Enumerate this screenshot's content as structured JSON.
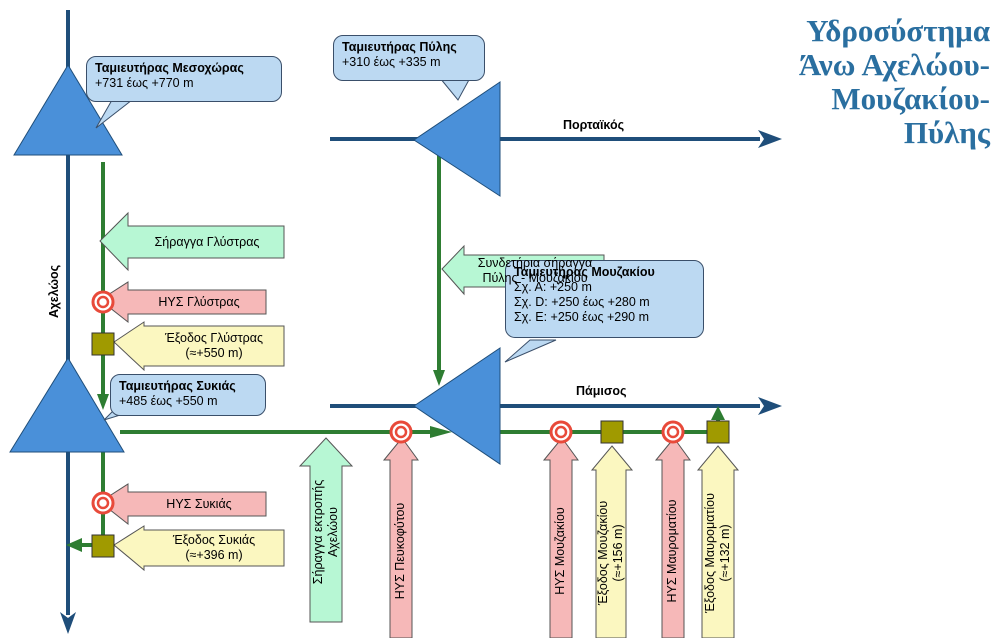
{
  "title_lines": [
    "Υδροσύστημα",
    "Άνω Αχελώου-",
    "Μουζακίου-",
    "Πύλης"
  ],
  "rivers": {
    "acheloos": "Αχελώος",
    "portaikos": "Πορταϊκός",
    "pamisos": "Πάμισος"
  },
  "reservoirs": {
    "mesochora": {
      "name": "Ταμιευτήρας Μεσοχώρας",
      "levels": "+731 έως +770 m"
    },
    "pyli": {
      "name": "Ταμιευτήρας Πύλης",
      "levels": "+310 έως +335 m"
    },
    "mouzaki": {
      "name": "Ταμιευτήρας Μουζακίου",
      "lines": [
        "Σχ. Α: +250 m",
        "Σχ. D: +250 έως +280 m",
        "Σχ. Ε: +250 έως +290 m"
      ]
    },
    "sykia": {
      "name": "Ταμιευτήρας Συκιάς",
      "levels": "+485 έως +550 m"
    }
  },
  "tunnels": {
    "glystra": "Σήραγγα Γλύστρας",
    "pyli_mouzaki": [
      "Συνδετήρια σήραγγα",
      "Πύλης - Μουζακίου"
    ],
    "diversion": [
      "Σήραγγα εκτροπής",
      "Αχελώου"
    ]
  },
  "hydropower": {
    "glystra": "ΗΥΣ Γλύστρας",
    "sykia": "ΗΥΣ Συκιάς",
    "pefkofyto": "ΗΥΣ Πευκοφύτου",
    "mouzaki": "ΗΥΣ Μουζακίου",
    "mavromati": "ΗΥΣ Μαυροματίου"
  },
  "outlets": {
    "glystra": {
      "name": "Έξοδος Γλύστρας",
      "level": "(≈+550 m)"
    },
    "sykia": {
      "name": "Έξοδος Συκιάς",
      "level": "(≈+396 m)"
    },
    "mouzaki": {
      "name": "Έξοδος Μουζακίου",
      "level": "(≈+156 m)"
    },
    "mavromati": {
      "name": "Έξοδος Μαυροματίου",
      "level": "(≈+132 m)"
    }
  },
  "colors": {
    "river": "#1f4e7a",
    "tunnel": "#2e7d32",
    "reservoir": "#4a90d9",
    "callout": "#bcd9f2",
    "tunnel_label": "#b7f7d4",
    "hps_label": "#f6b8b8",
    "outlet_label": "#fbf7c0",
    "outlet_marker": "#a09a00",
    "hps_marker": "#e84a3a",
    "title": "#2a6fa0"
  }
}
